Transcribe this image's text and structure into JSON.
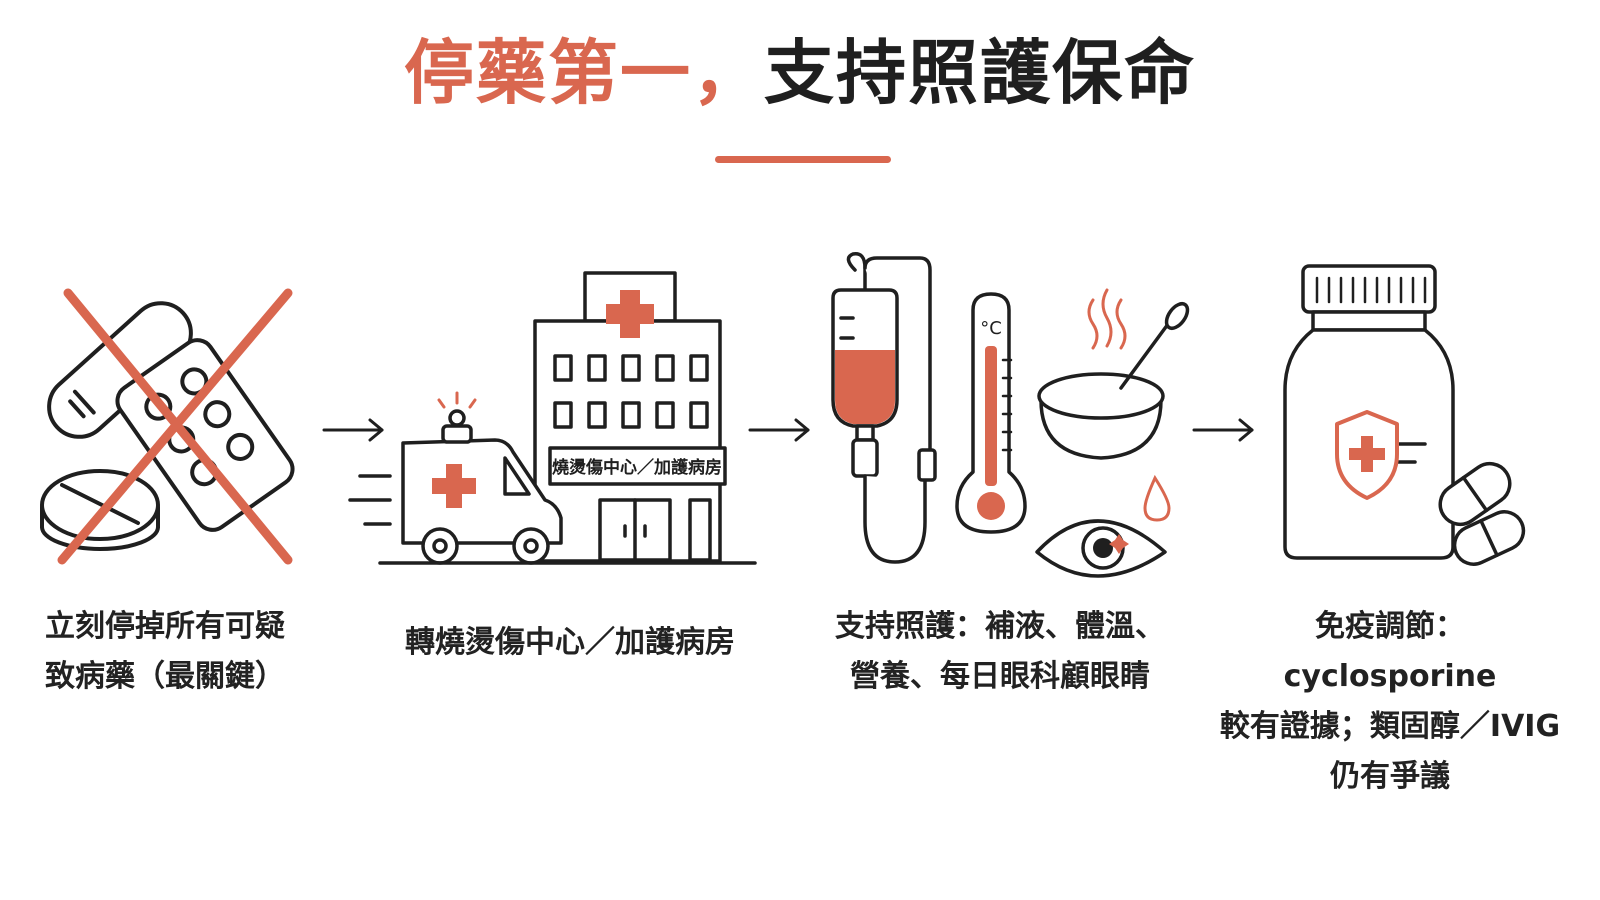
{
  "title": {
    "accent_text": "停藥第一，",
    "main_text": "支持照護保命"
  },
  "colors": {
    "accent": "#d9674f",
    "line": "#1f1f1f",
    "background": "#ffffff"
  },
  "steps": [
    {
      "icon": "crossed-out-pills-icon",
      "caption_lines": [
        "立刻停掉所有可疑",
        "致病藥（最關鍵）"
      ]
    },
    {
      "icon": "ambulance-hospital-icon",
      "sign_text": "燒燙傷中心／加護病房",
      "caption_lines": [
        "轉燒燙傷中心／加護病房"
      ]
    },
    {
      "icon": "iv-thermometer-bowl-eye-icon",
      "thermometer_label": "°C",
      "caption_lines": [
        "支持照護：補液、體溫、",
        "營養、每日眼科顧眼睛"
      ]
    },
    {
      "icon": "medicine-bottle-icon",
      "caption_lines": [
        "免疫調節：cyclosporine",
        "較有證據；類固醇／IVIG",
        "仍有爭議"
      ]
    }
  ]
}
